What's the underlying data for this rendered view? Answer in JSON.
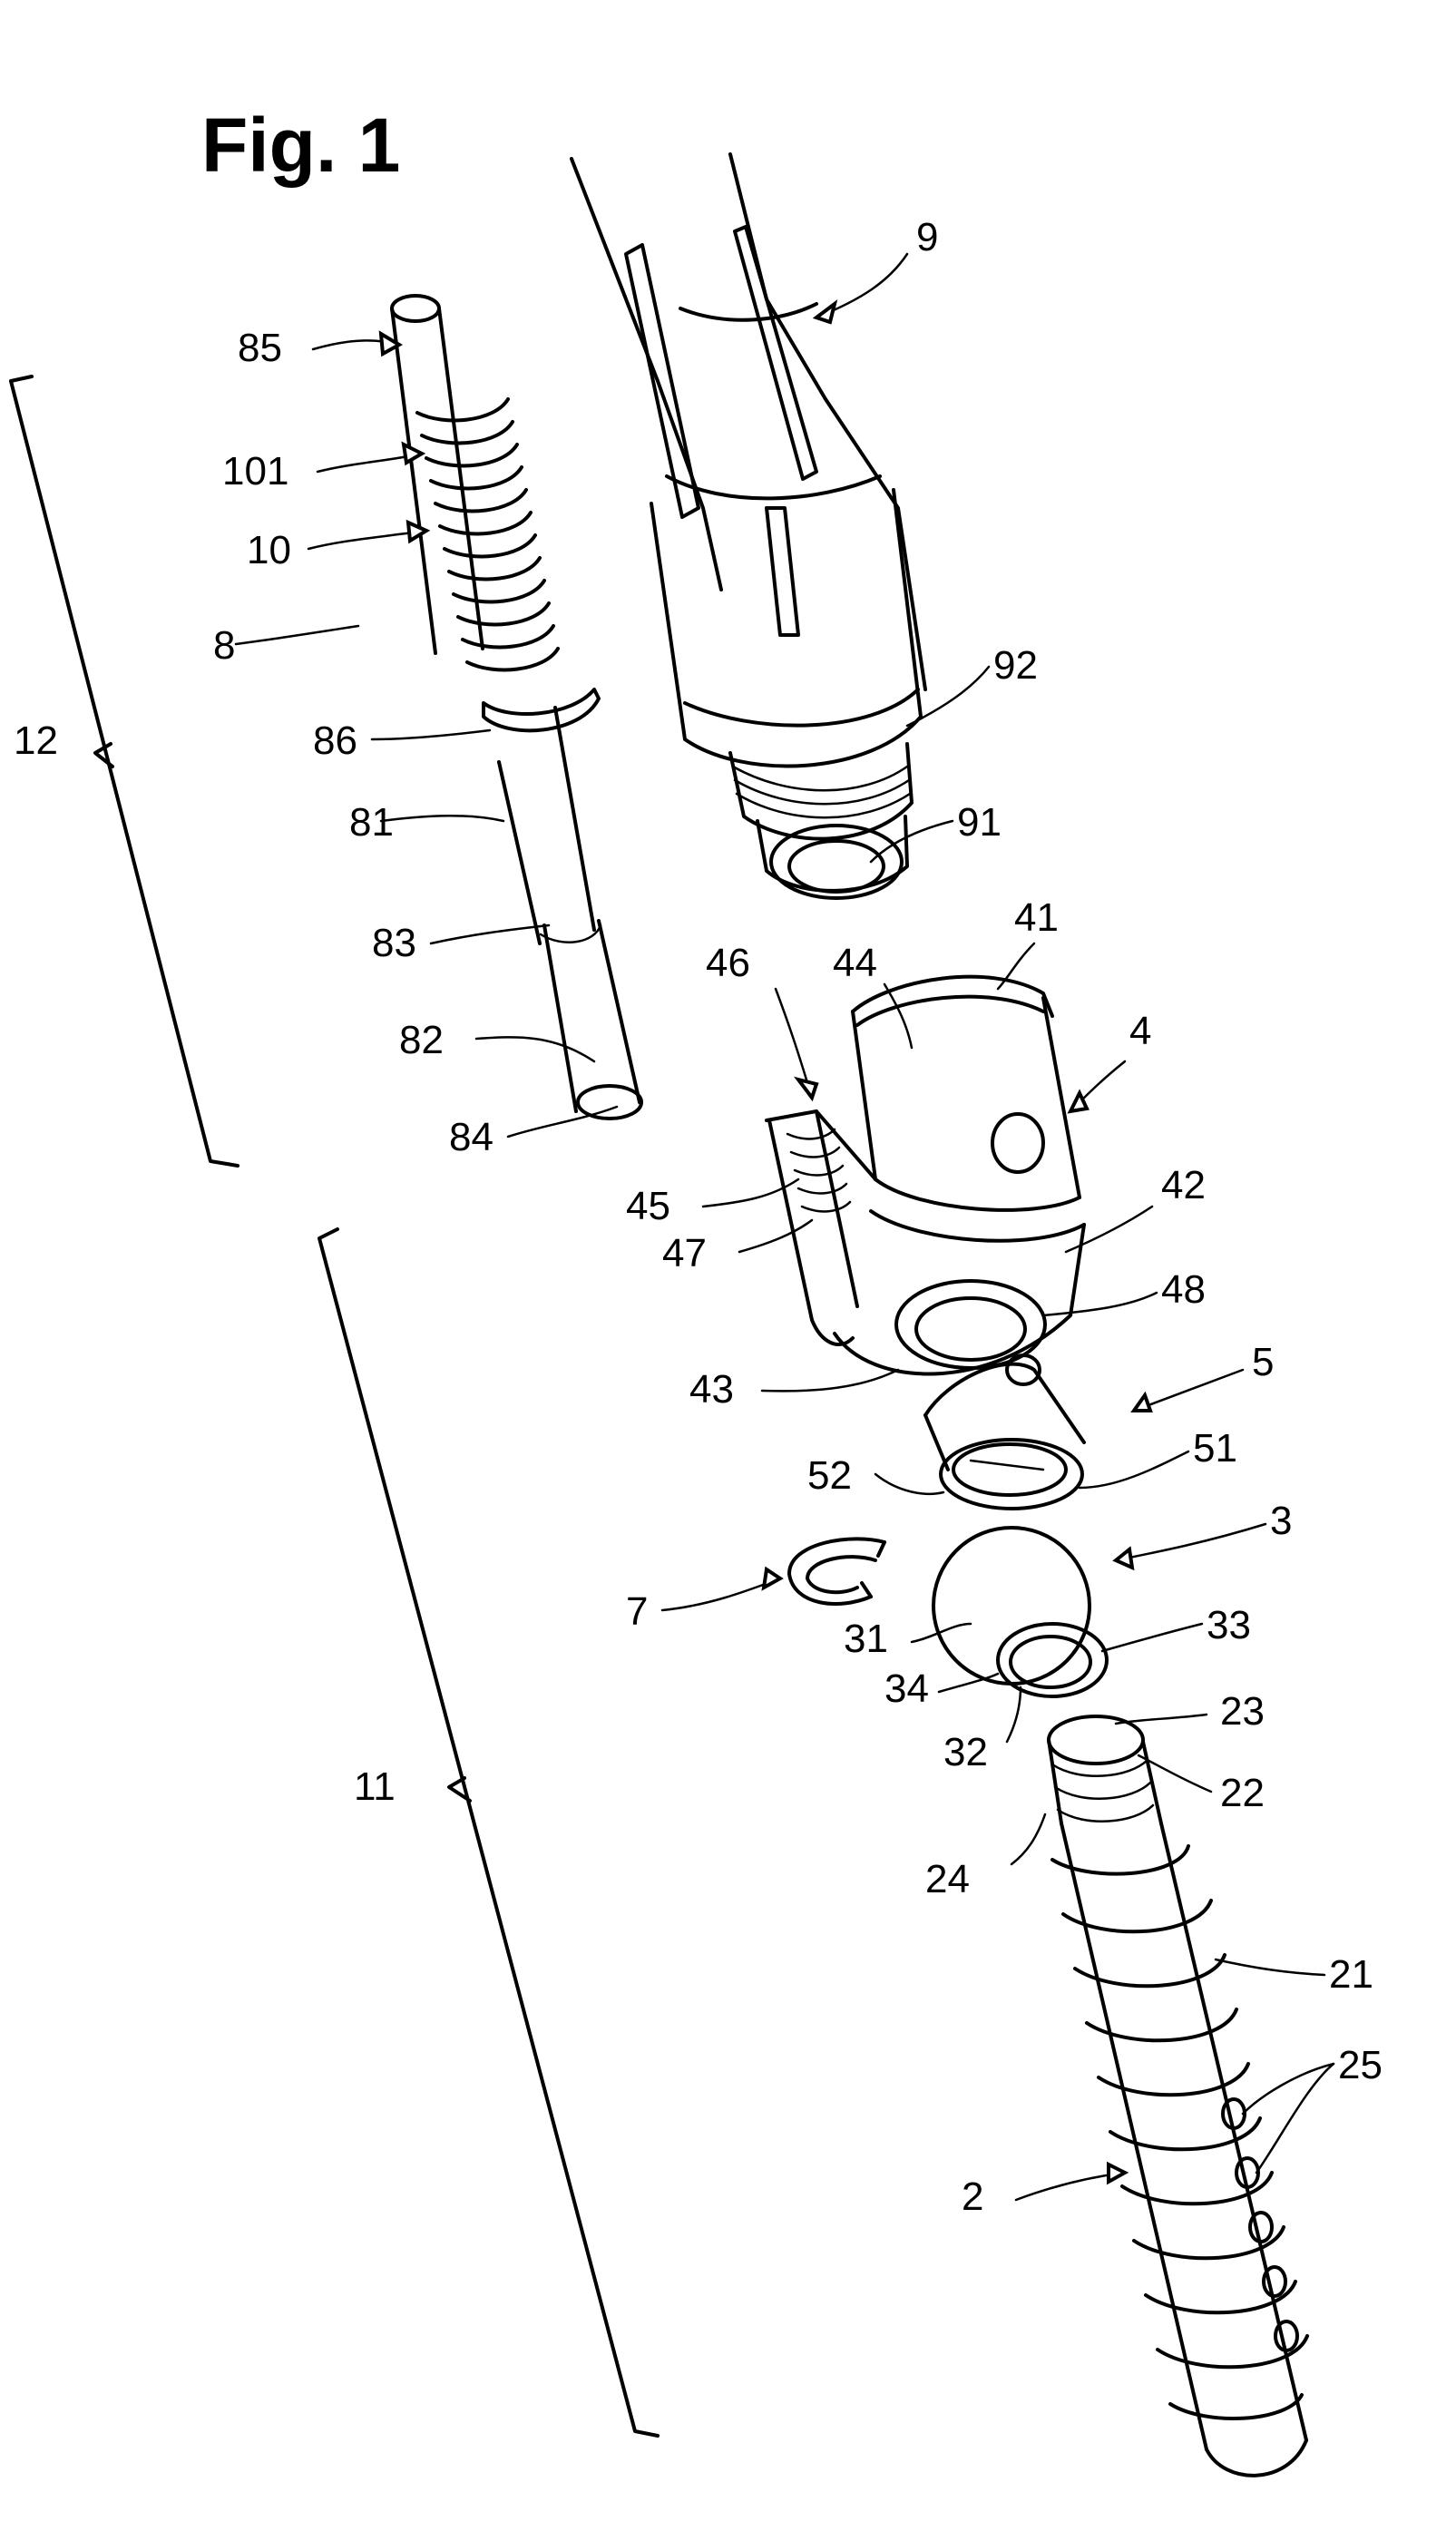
{
  "figure": {
    "title": "Fig. 1"
  },
  "labels": [
    {
      "id": "l9",
      "text": "9"
    },
    {
      "id": "l85",
      "text": "85"
    },
    {
      "id": "l101",
      "text": "101"
    },
    {
      "id": "l10",
      "text": "10"
    },
    {
      "id": "l8",
      "text": "8"
    },
    {
      "id": "l12",
      "text": "12"
    },
    {
      "id": "l86",
      "text": "86"
    },
    {
      "id": "l92",
      "text": "92"
    },
    {
      "id": "l81",
      "text": "81"
    },
    {
      "id": "l91",
      "text": "91"
    },
    {
      "id": "l83",
      "text": "83"
    },
    {
      "id": "l46",
      "text": "46"
    },
    {
      "id": "l44",
      "text": "44"
    },
    {
      "id": "l41",
      "text": "41"
    },
    {
      "id": "l4",
      "text": "4"
    },
    {
      "id": "l82",
      "text": "82"
    },
    {
      "id": "l84",
      "text": "84"
    },
    {
      "id": "l45",
      "text": "45"
    },
    {
      "id": "l42",
      "text": "42"
    },
    {
      "id": "l47",
      "text": "47"
    },
    {
      "id": "l48",
      "text": "48"
    },
    {
      "id": "l43",
      "text": "43"
    },
    {
      "id": "l5",
      "text": "5"
    },
    {
      "id": "l52",
      "text": "52"
    },
    {
      "id": "l51",
      "text": "51"
    },
    {
      "id": "l3",
      "text": "3"
    },
    {
      "id": "l7",
      "text": "7"
    },
    {
      "id": "l31",
      "text": "31"
    },
    {
      "id": "l33",
      "text": "33"
    },
    {
      "id": "l34",
      "text": "34"
    },
    {
      "id": "l23",
      "text": "23"
    },
    {
      "id": "l11",
      "text": "11"
    },
    {
      "id": "l32",
      "text": "32"
    },
    {
      "id": "l22",
      "text": "22"
    },
    {
      "id": "l24",
      "text": "24"
    },
    {
      "id": "l21",
      "text": "21"
    },
    {
      "id": "l25",
      "text": "25"
    },
    {
      "id": "l2",
      "text": "2"
    }
  ]
}
